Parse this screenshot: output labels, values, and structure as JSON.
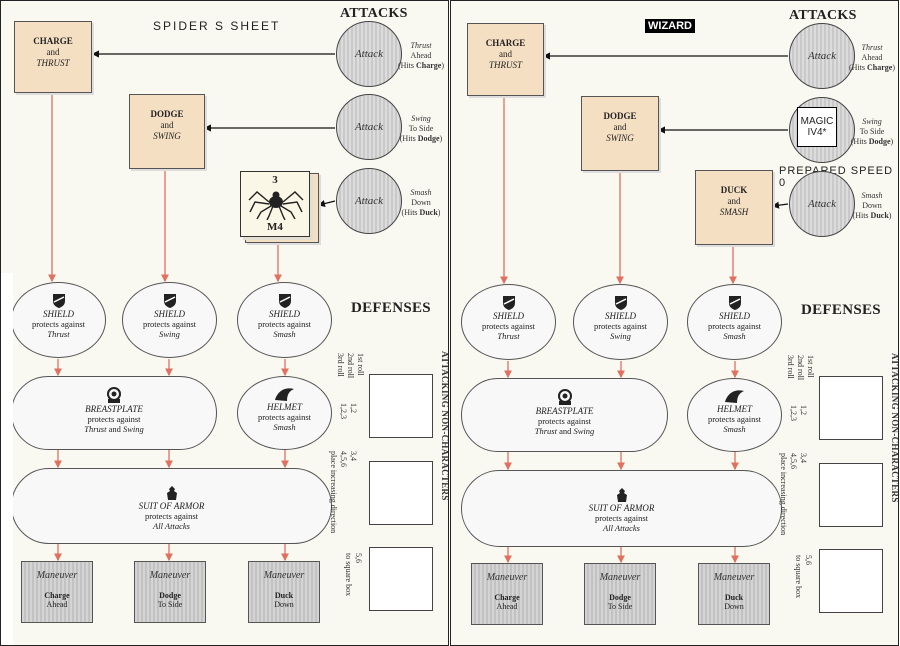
{
  "sheets": [
    {
      "title": "SPIDER S     SHEET",
      "attacks_heading": "ATTACKS",
      "defenses_heading": "DEFENSES",
      "tactics": [
        {
          "l1": "CHARGE",
          "l2": "and",
          "l3": "THRUST"
        },
        {
          "l1": "DODGE",
          "l2": "and",
          "l3": "SWING"
        },
        {
          "l1": "",
          "l2": "",
          "l3": ""
        }
      ],
      "attacks": [
        {
          "label": "Attack",
          "d1": "Thrust",
          "d2": "Ahead",
          "d3": "(Hits ",
          "d4": "Charge",
          "d5": ")"
        },
        {
          "label": "Attack",
          "d1": "Swing",
          "d2": "To Side",
          "d3": "(Hits ",
          "d4": "Dodge",
          "d5": ")"
        },
        {
          "label": "Attack",
          "d1": "Smash",
          "d2": "Down",
          "d3": "(Hits ",
          "d4": "Duck",
          "d5": ")"
        }
      ],
      "counter": {
        "top": "3",
        "bottom": "M4"
      },
      "shields": [
        {
          "name": "SHIELD",
          "line": "protects against",
          "att": "Thrust"
        },
        {
          "name": "SHIELD",
          "line": "protects against",
          "att": "Swing"
        },
        {
          "name": "SHIELD",
          "line": "protects against",
          "att": "Smash"
        }
      ],
      "breastplate": {
        "name": "BREASTPLATE",
        "line": "protects against",
        "a1": "Thrust",
        "and": " and ",
        "a2": "Swing"
      },
      "helmet": {
        "name": "HELMET",
        "line": "protects against",
        "att": "Smash"
      },
      "suit": {
        "name": "SUIT OF ARMOR",
        "line": "protects against",
        "att": "All Attacks"
      },
      "maneuvers": [
        {
          "m": "Maneuver",
          "a": "Charge",
          "b": "Ahead"
        },
        {
          "m": "Maneuver",
          "a": "Dodge",
          "b": "To Side"
        },
        {
          "m": "Maneuver",
          "a": "Duck",
          "b": "Down"
        }
      ],
      "rolls": [
        "1st roll",
        "2nd roll",
        "3rd roll",
        "1,2",
        "1,2,3",
        "3,4",
        "4,5,6",
        "place increasing direction",
        "5,6",
        "to square box"
      ],
      "side_title": "ATTACKING NON-CHARACTERS"
    },
    {
      "title": "WIZARD",
      "attacks_heading": "ATTACKS",
      "defenses_heading": "DEFENSES",
      "tactics": [
        {
          "l1": "CHARGE",
          "l2": "and",
          "l3": "THRUST"
        },
        {
          "l1": "DODGE",
          "l2": "and",
          "l3": "SWING"
        },
        {
          "l1": "DUCK",
          "l2": "and",
          "l3": "SMASH"
        }
      ],
      "attacks": [
        {
          "label": "Attack",
          "d1": "Thrust",
          "d2": "Ahead",
          "d3": "(Hits ",
          "d4": "Charge",
          "d5": ")"
        },
        {
          "label": "",
          "d1": "Swing",
          "d2": "To Side",
          "d3": "(Hits ",
          "d4": "Dodge",
          "d5": ")"
        },
        {
          "label": "Attack",
          "d1": "Smash",
          "d2": "Down",
          "d3": "(Hits ",
          "d4": "Duck",
          "d5": ")"
        }
      ],
      "magic": {
        "line1": "MAGIC",
        "line2": "IV4*"
      },
      "prepared": "PREPARED  SPEED 0",
      "shields": [
        {
          "name": "SHIELD",
          "line": "protects against",
          "att": "Thrust"
        },
        {
          "name": "SHIELD",
          "line": "protects against",
          "att": "Swing"
        },
        {
          "name": "SHIELD",
          "line": "protects against",
          "att": "Smash"
        }
      ],
      "breastplate": {
        "name": "BREASTPLATE",
        "line": "protects against",
        "a1": "Thrust",
        "and": " and ",
        "a2": "Swing"
      },
      "helmet": {
        "name": "HELMET",
        "line": "protects against",
        "att": "Smash"
      },
      "suit": {
        "name": "SUIT OF ARMOR",
        "line": "protects against",
        "att": "All Attacks"
      },
      "maneuvers": [
        {
          "m": "Maneuver",
          "a": "Charge",
          "b": "Ahead"
        },
        {
          "m": "Maneuver",
          "a": "Dodge",
          "b": "To Side"
        },
        {
          "m": "Maneuver",
          "a": "Duck",
          "b": "Down"
        }
      ],
      "rolls": [
        "1st roll",
        "2nd roll",
        "3rd roll",
        "1,2",
        "1,2,3",
        "3,4",
        "4,5,6",
        "place increasing direction",
        "5,6",
        "to square box"
      ],
      "side_title": "ATTACKING NON-CHARACTERS"
    }
  ]
}
